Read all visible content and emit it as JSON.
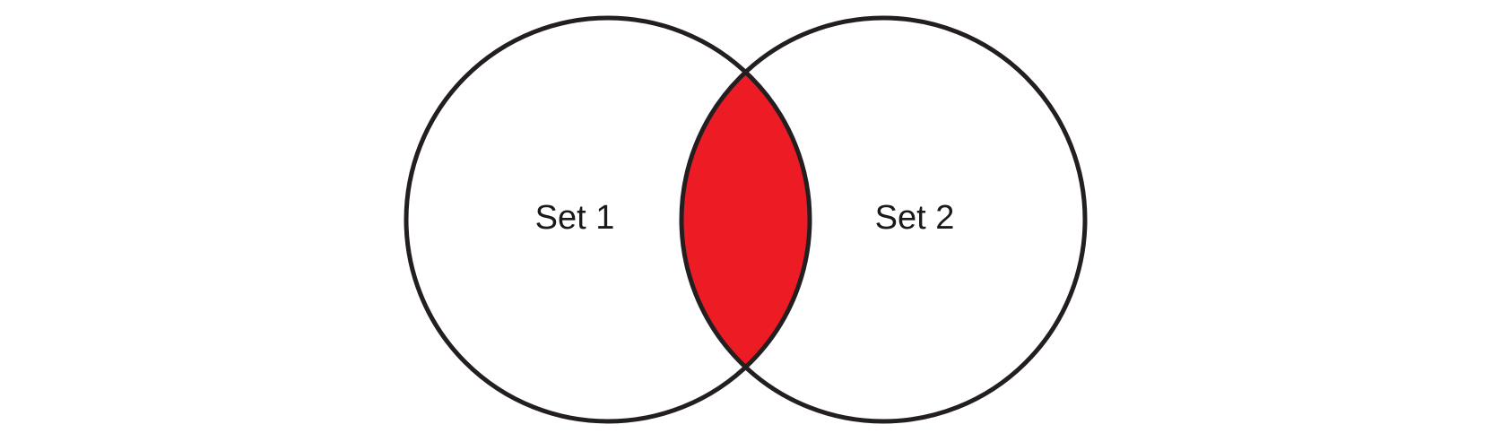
{
  "diagram": {
    "type": "venn",
    "sets": [
      {
        "label": "Set 1"
      },
      {
        "label": "Set 2"
      }
    ],
    "highlighted_region": "intersection",
    "colors": {
      "intersection_fill": "#ED1C24",
      "outline": "#231F20",
      "background": "#FFFFFF"
    }
  }
}
